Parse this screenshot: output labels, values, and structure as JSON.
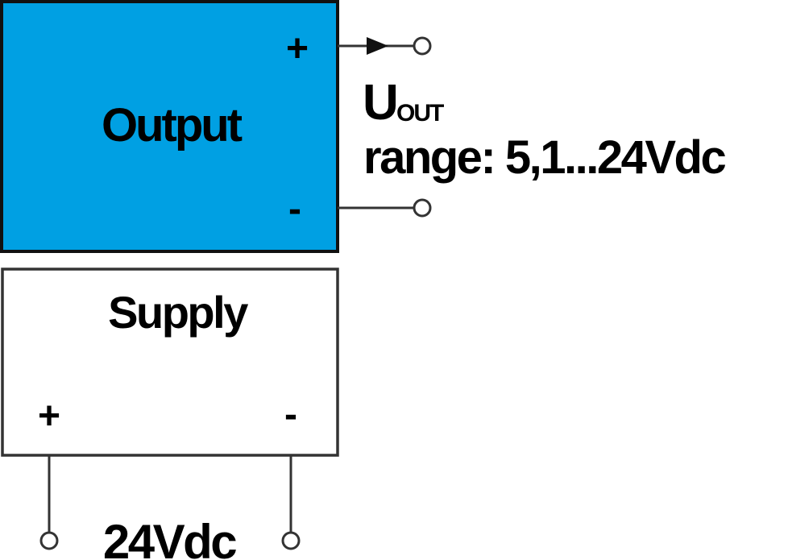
{
  "diagram": {
    "output_block": {
      "label": "Output",
      "plus": "+",
      "minus": "-",
      "fill_color": "#00A0E3"
    },
    "output_signal": {
      "symbol": "U",
      "subscript": "OUT",
      "range_text": "range: 5,1...24Vdc"
    },
    "supply_block": {
      "label": "Supply",
      "plus": "+",
      "minus": "-",
      "fill_color": "#FFFFFF"
    },
    "supply_voltage": "24Vdc",
    "line_color": "#333333"
  }
}
